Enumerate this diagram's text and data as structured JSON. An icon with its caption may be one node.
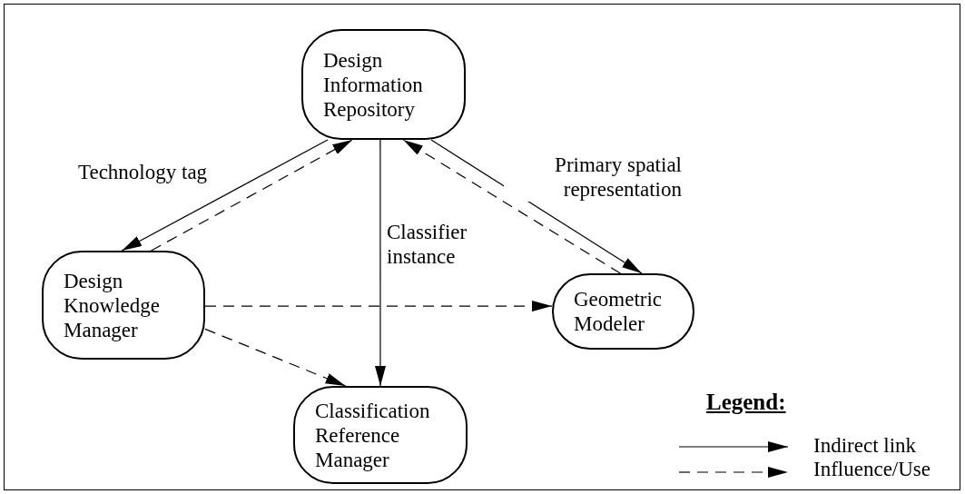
{
  "diagram": {
    "nodes": [
      {
        "text": [
          "Design Information Repository"
        ]
      },
      {
        "text": [
          "Design Knowledge Manager"
        ]
      },
      {
        "text": [
          "Geometric Modeler"
        ]
      },
      {
        "text": [
          "Classification Reference Manager"
        ]
      }
    ],
    "edges": [
      {
        "from": 0,
        "to": 1,
        "arrow": "to",
        "label": "Technology tag"
      },
      {
        "from": 1,
        "to": 0,
        "arrow": "to",
        "style": "dashed"
      },
      {
        "from": 0,
        "to": 3,
        "arrow": "to",
        "label": "Classifier instance"
      },
      {
        "from": 0,
        "to": 2,
        "arrow": "to",
        "label": "Primary spatial representation"
      },
      {
        "from": 2,
        "to": 0,
        "arrow": "to",
        "style": "dashed"
      },
      {
        "from": 1,
        "to": 2,
        "arrow": "to",
        "style": "dashed"
      },
      {
        "from": 1,
        "to": 3,
        "arrow": "to",
        "style": "dashed"
      }
    ],
    "labels": [
      "Legend:"
    ],
    "legend": [
      {
        "text": "Indirect link"
      },
      {
        "text": "Influence/Use"
      }
    ]
  }
}
